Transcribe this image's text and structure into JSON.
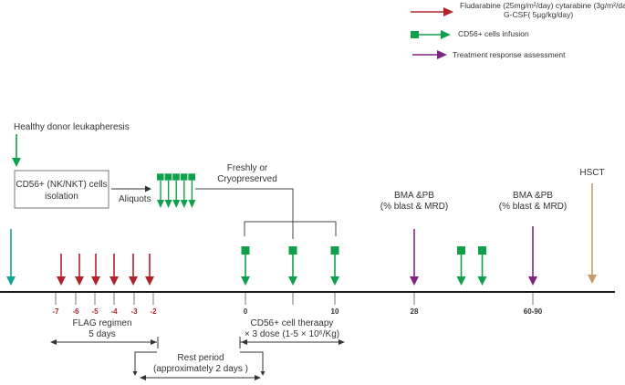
{
  "colors": {
    "red": "#b1232b",
    "green": "#0fa04a",
    "purple": "#7e2584",
    "teal": "#12a394",
    "tan": "#c49a6c",
    "axis": "#1a1a1a",
    "bracket": "#444444"
  },
  "legend": [
    {
      "icon": "red-arrow-icon",
      "text_line1": "Fludarabine (25mg/m²/day) cytarabine (3g/m²/day)",
      "text_line2": "G-CSF( 5µg/kg/day)"
    },
    {
      "icon": "green-square-arrow-icon",
      "text_line1": "CD56+ cells infusion"
    },
    {
      "icon": "purple-arrow-icon",
      "text_line1": "Treatment response assessment"
    }
  ],
  "labels": {
    "leukapheresis": "Healthy donor leukapheresis",
    "isolation_line1": "CD56+ (NK/NKT) cells",
    "isolation_line2": "isolation",
    "aliquots": "Aliquots",
    "fresh_line1": "Freshly or",
    "fresh_line2": "Cryopreserved",
    "bma1_line1": "BMA &PB",
    "bma1_line2": "(% blast & MRD)",
    "bma2_line1": "BMA &PB",
    "bma2_line2": "(% blast & MRD)",
    "hsct": "HSCT",
    "flag_line1": "FLAG regimen",
    "flag_line2": "5 days",
    "therapy_line1": "CD56+ cell theraapy",
    "therapy_line2": "× 3 dose (1-5 × 10⁶/Kg)",
    "rest_line1": "Rest period",
    "rest_line2": "(approximately 2 days )"
  },
  "ticks": {
    "flag": [
      "-7",
      "-6",
      "-5",
      "-4",
      "-3",
      "-2"
    ],
    "therapy": [
      "0",
      "",
      "10"
    ],
    "day28": "28",
    "day60": "60-90"
  }
}
